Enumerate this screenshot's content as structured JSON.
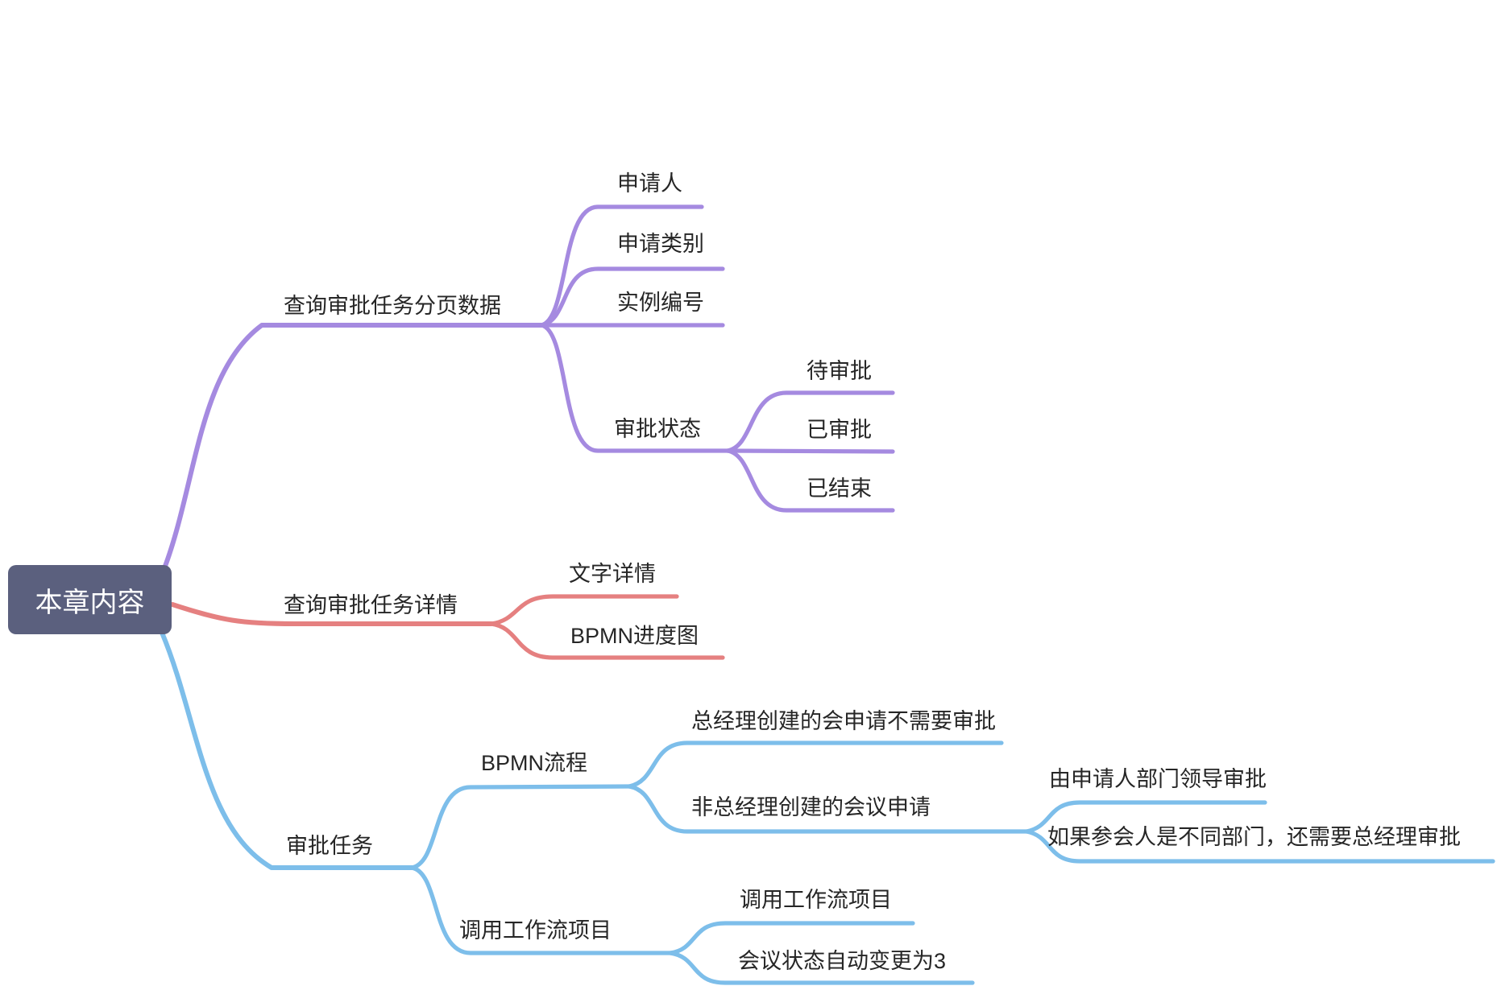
{
  "colors": {
    "background": "#ffffff",
    "text": "#262626",
    "root_bg": "#5b607e",
    "root_text": "#ffffff",
    "branch_purple": "#a58ae0",
    "branch_red": "#e58080",
    "branch_blue": "#7dbeea"
  },
  "mindmap": {
    "root": {
      "label": "本章内容"
    },
    "branches": [
      {
        "label": "查询审批任务分页数据",
        "children": [
          {
            "label": "申请人"
          },
          {
            "label": "申请类别"
          },
          {
            "label": "实例编号"
          },
          {
            "label": "审批状态",
            "children": [
              {
                "label": "待审批"
              },
              {
                "label": "已审批"
              },
              {
                "label": "已结束"
              }
            ]
          }
        ]
      },
      {
        "label": "查询审批任务详情",
        "children": [
          {
            "label": "文字详情"
          },
          {
            "label": "BPMN进度图"
          }
        ]
      },
      {
        "label": "审批任务",
        "children": [
          {
            "label": "BPMN流程",
            "children": [
              {
                "label": "总经理创建的会申请不需要审批"
              },
              {
                "label": "非总经理创建的会议申请",
                "children": [
                  {
                    "label": "由申请人部门领导审批"
                  },
                  {
                    "label": "如果参会人是不同部门，还需要总经理审批"
                  }
                ]
              }
            ]
          },
          {
            "label": "调用工作流项目",
            "children": [
              {
                "label": "调用工作流项目"
              },
              {
                "label": "会议状态自动变更为3"
              }
            ]
          }
        ]
      }
    ]
  }
}
